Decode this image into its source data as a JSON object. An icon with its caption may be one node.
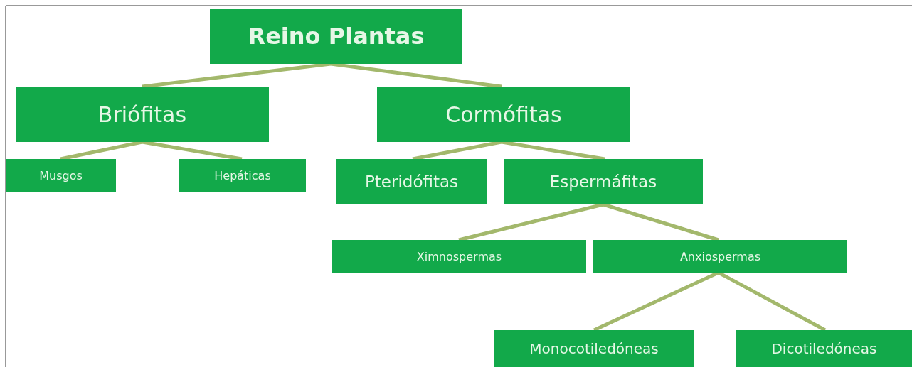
{
  "diagram": {
    "nodes": [
      {
        "text": [
          "Reino Plantas"
        ]
      },
      {
        "text": [
          "Briófitas"
        ]
      },
      {
        "text": [
          "Cormófitas"
        ]
      },
      {
        "text": [
          "Musgos"
        ]
      },
      {
        "text": [
          "Hepáticas"
        ]
      },
      {
        "text": [
          "Pteridófitas"
        ]
      },
      {
        "text": [
          "Espermáfitas"
        ]
      },
      {
        "text": [
          "Ximnospermas"
        ]
      },
      {
        "text": [
          "Anxiospermas"
        ]
      },
      {
        "text": [
          "Monocotiledóneas"
        ]
      },
      {
        "text": [
          "Dicotiledóneas"
        ]
      }
    ],
    "edges": [
      {
        "from": 0,
        "to": 1,
        "arrow": "none"
      },
      {
        "from": 0,
        "to": 2,
        "arrow": "none"
      },
      {
        "from": 1,
        "to": 3,
        "arrow": "none"
      },
      {
        "from": 1,
        "to": 4,
        "arrow": "none"
      },
      {
        "from": 2,
        "to": 5,
        "arrow": "none"
      },
      {
        "from": 2,
        "to": 6,
        "arrow": "none"
      },
      {
        "from": 6,
        "to": 7,
        "arrow": "none"
      },
      {
        "from": 6,
        "to": 8,
        "arrow": "none"
      },
      {
        "from": 8,
        "to": 9,
        "arrow": "none"
      },
      {
        "from": 8,
        "to": 10,
        "arrow": "none"
      }
    ]
  }
}
